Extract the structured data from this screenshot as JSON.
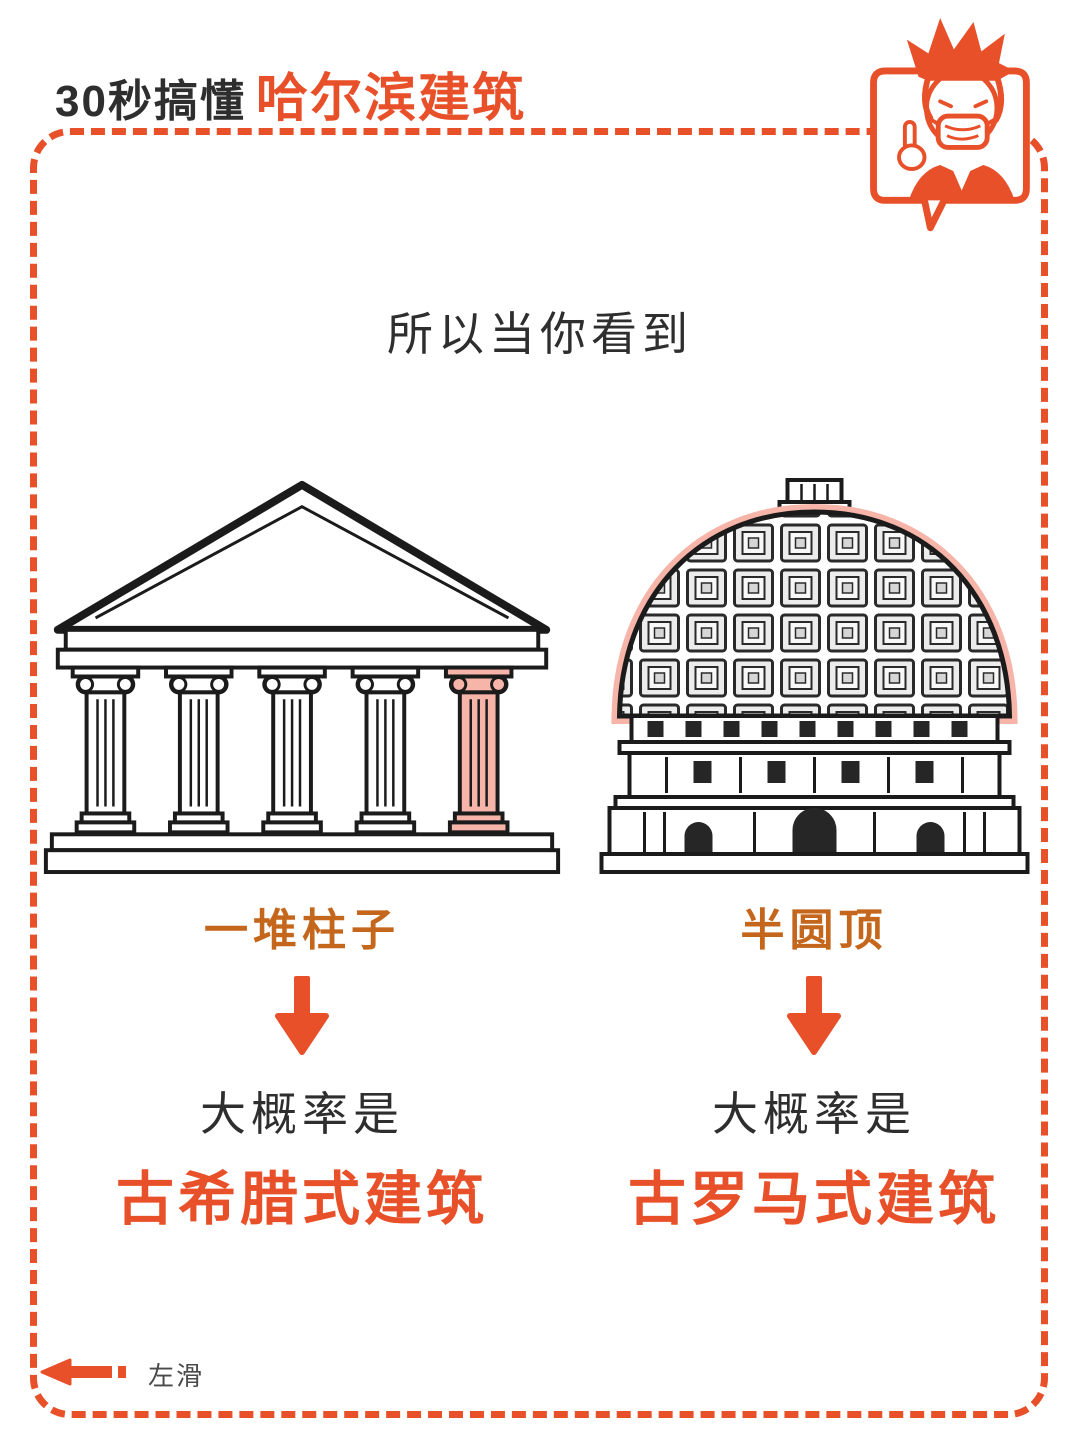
{
  "colors": {
    "accent": "#E8502A",
    "feature_label_orange": "#C4661B",
    "highlight_pink": "#F7B4A8",
    "text_dark": "#2E2E2E"
  },
  "header": {
    "title_prefix": "30秒搞懂",
    "title_main": "哈尔滨建筑"
  },
  "mascot": {
    "icon": "mascot-speech-bubble"
  },
  "intro": {
    "text": "所以当你看到"
  },
  "left_card": {
    "illustration": "greek-temple-with-columns",
    "highlighted_part": "rightmost-column-pink",
    "feature_label": "一堆柱子",
    "arrow_icon": "down-arrow",
    "probability_text": "大概率是",
    "style_name": "古希腊式建筑"
  },
  "right_card": {
    "illustration": "roman-dome-building",
    "highlighted_part": "dome-outline-pink",
    "feature_label": "半圆顶",
    "arrow_icon": "down-arrow",
    "probability_text": "大概率是",
    "style_name": "古罗马式建筑"
  },
  "footer": {
    "swipe_icon": "swipe-left-arrow",
    "swipe_hint": "左滑"
  }
}
